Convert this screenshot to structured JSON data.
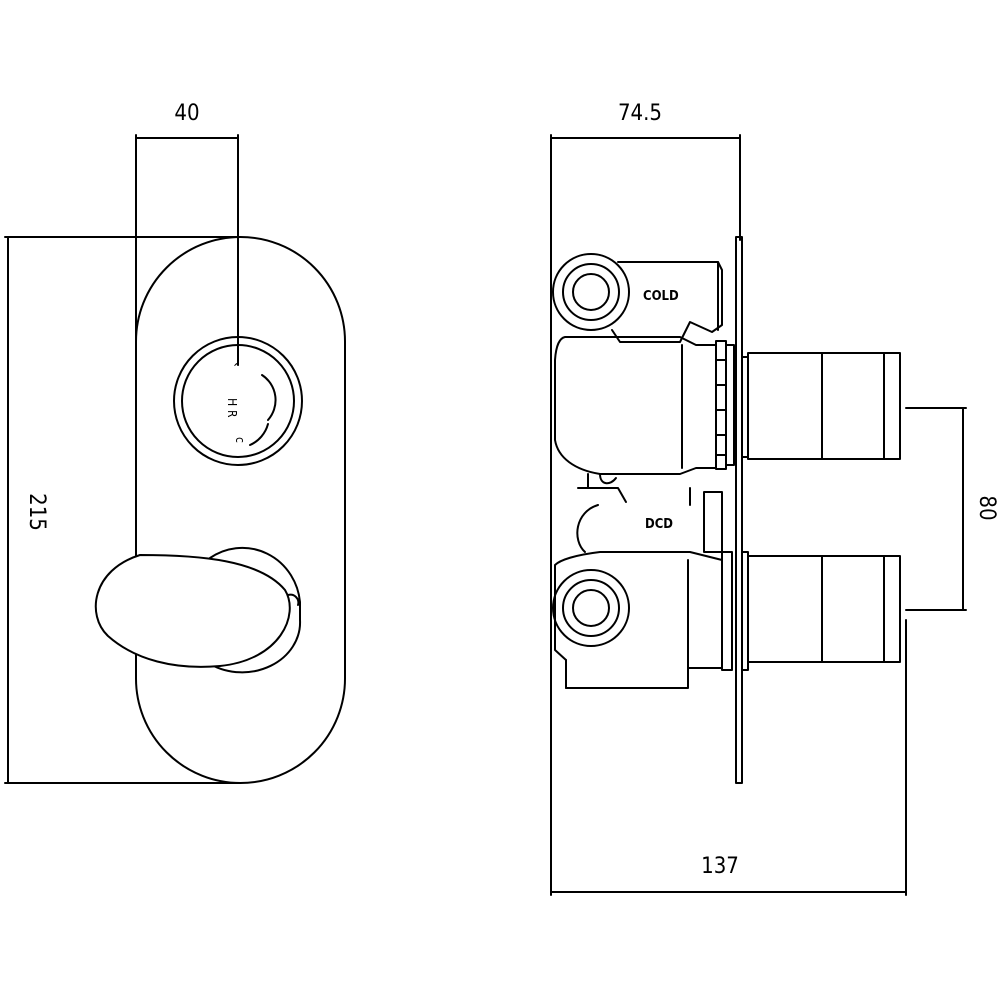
{
  "front_view": {
    "width_dimension": "40",
    "height_dimension": "215",
    "dial_markings": {
      "h": "H",
      "r": "R",
      "c": "c",
      "arrow": "⌃"
    }
  },
  "side_view": {
    "depth_dimension": "74.5",
    "overall_depth_dimension": "137",
    "spacing_dimension": "80",
    "inlet_label": "COLD",
    "outlet_label": "DCD"
  }
}
